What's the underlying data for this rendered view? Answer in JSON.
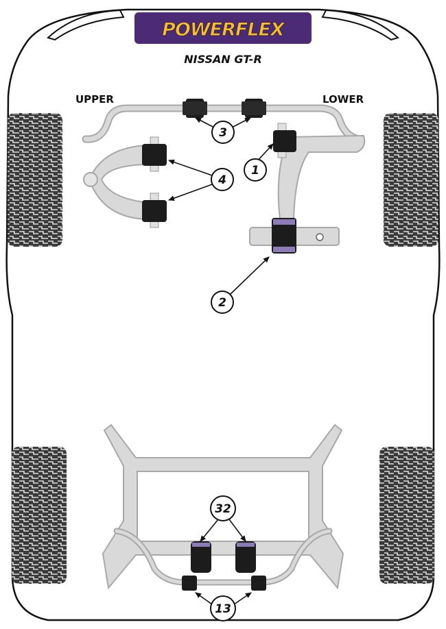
{
  "brand": {
    "logo_text": "POWERFLEX",
    "model": "NISSAN GT-R"
  },
  "labels": {
    "upper": "UPPER",
    "lower": "LOWER"
  },
  "callouts": [
    "1",
    "2",
    "3",
    "4",
    "32",
    "13"
  ],
  "colors": {
    "part_grey": "#d9d9d9",
    "part_edge": "#a8a8a8",
    "bush_black": "#1c1c1c",
    "bush_purple": "#8e7cb8",
    "logo_yellow": "#f4c21b",
    "logo_purple": "#4b2a76"
  }
}
